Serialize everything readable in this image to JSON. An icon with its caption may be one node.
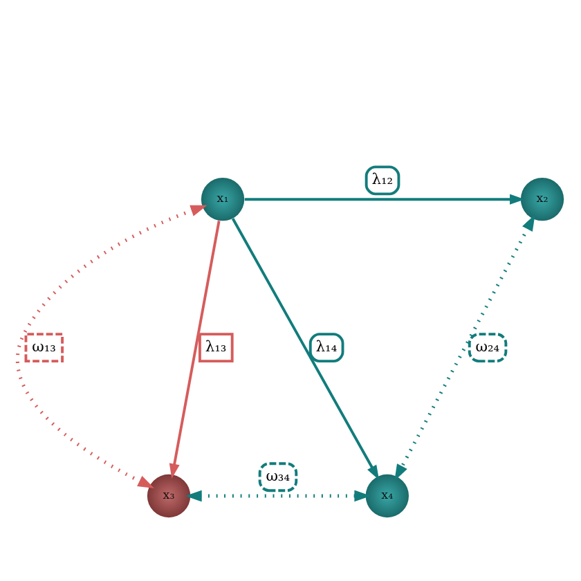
{
  "diagram": {
    "nodes": [
      {
        "text": [
          "x₁"
        ]
      },
      {
        "text": [
          "x₂"
        ]
      },
      {
        "text": [
          "x₃"
        ]
      },
      {
        "text": [
          "x₄"
        ]
      }
    ],
    "edges": [
      {
        "from": 0,
        "to": 1,
        "arrow": "to",
        "label": "λ₁₂"
      },
      {
        "from": 0,
        "to": 3,
        "arrow": "to",
        "label": "λ₁₄"
      },
      {
        "from": 0,
        "to": 2,
        "arrow": "both",
        "label": "ω₁₃",
        "style": "dashed",
        "color": "#d65c5c"
      },
      {
        "from": 0,
        "to": 2,
        "arrow": "to",
        "label": "λ₁₃",
        "color": "#d65c5c"
      },
      {
        "from": 1,
        "to": 3,
        "arrow": "both",
        "label": "ω₂₄",
        "style": "dashed"
      },
      {
        "from": 2,
        "to": 3,
        "arrow": "both",
        "label": "ω₃₄",
        "style": "dashed"
      }
    ]
  }
}
